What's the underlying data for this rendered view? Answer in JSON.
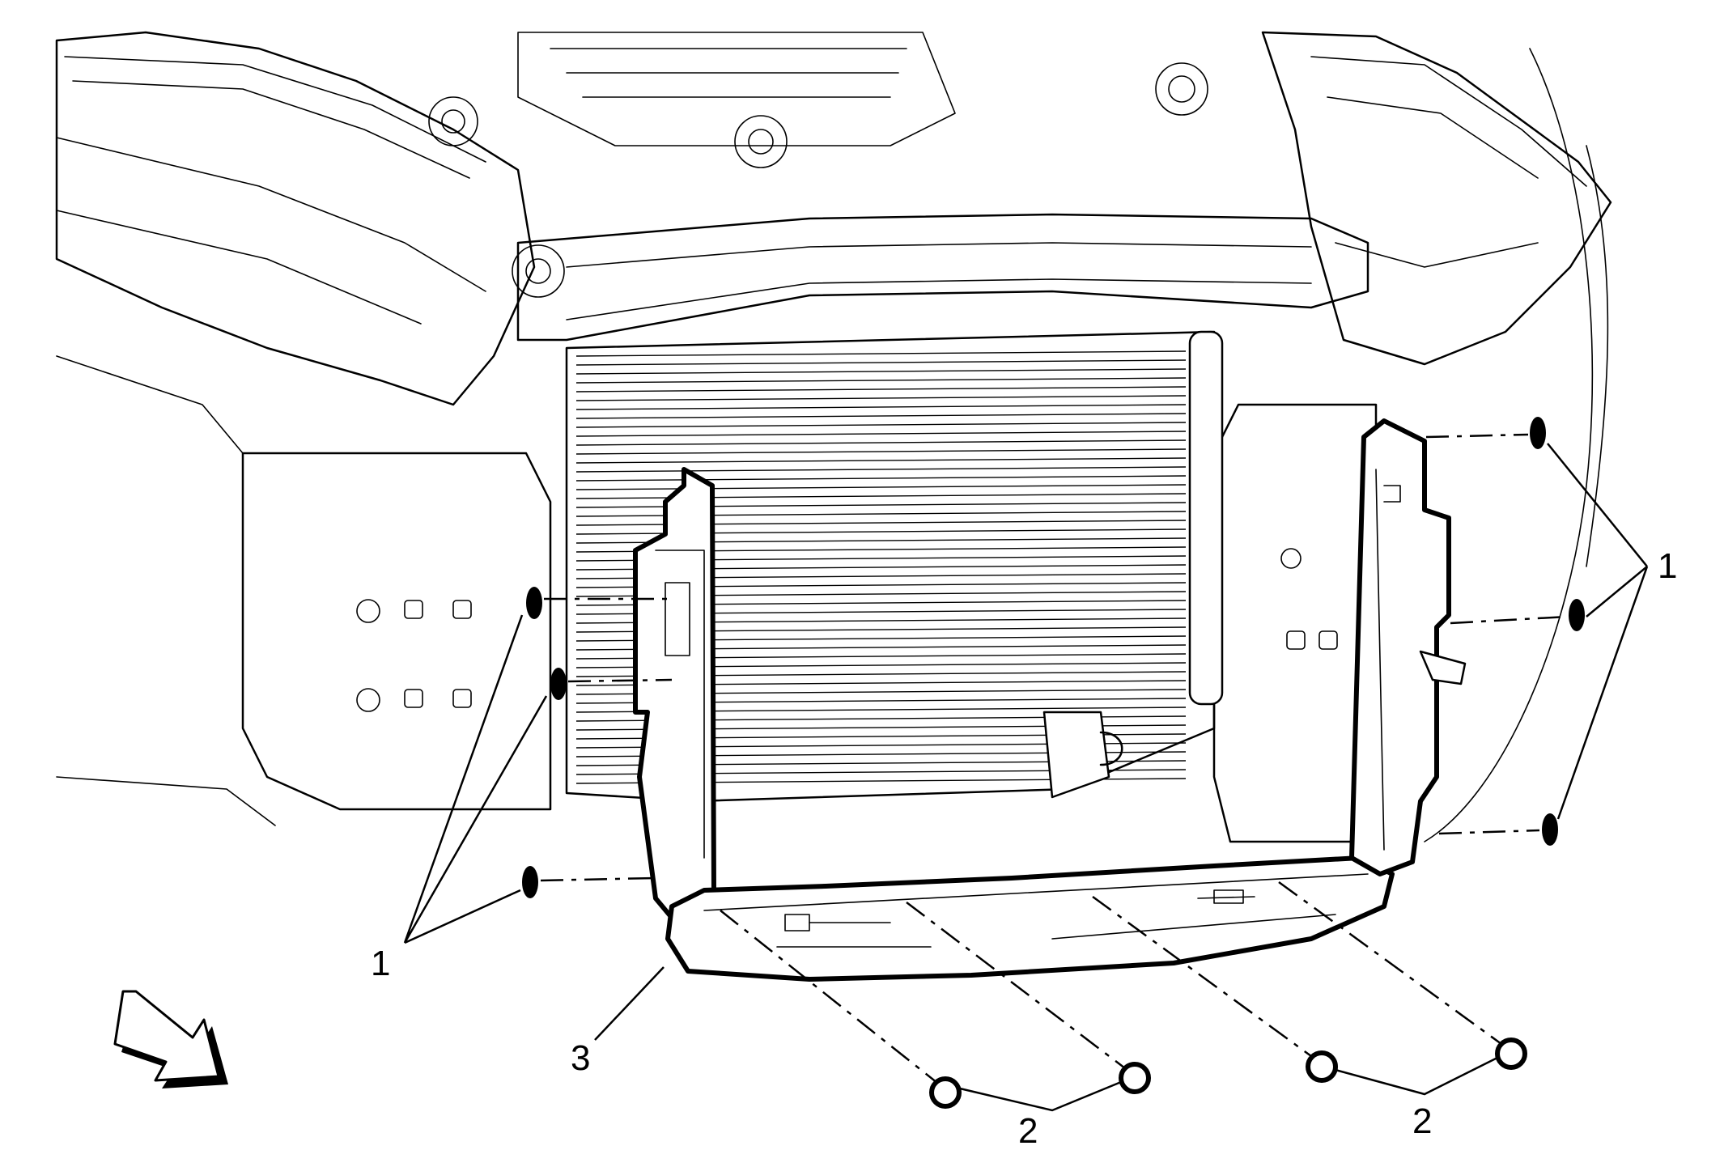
{
  "callouts": {
    "retainer_left": "1",
    "retainer_right": "1",
    "fastener_left": "2",
    "fastener_right": "2",
    "air_baffle": "3"
  },
  "icons": {
    "direction_arrow": "front-direction-arrow-icon"
  }
}
